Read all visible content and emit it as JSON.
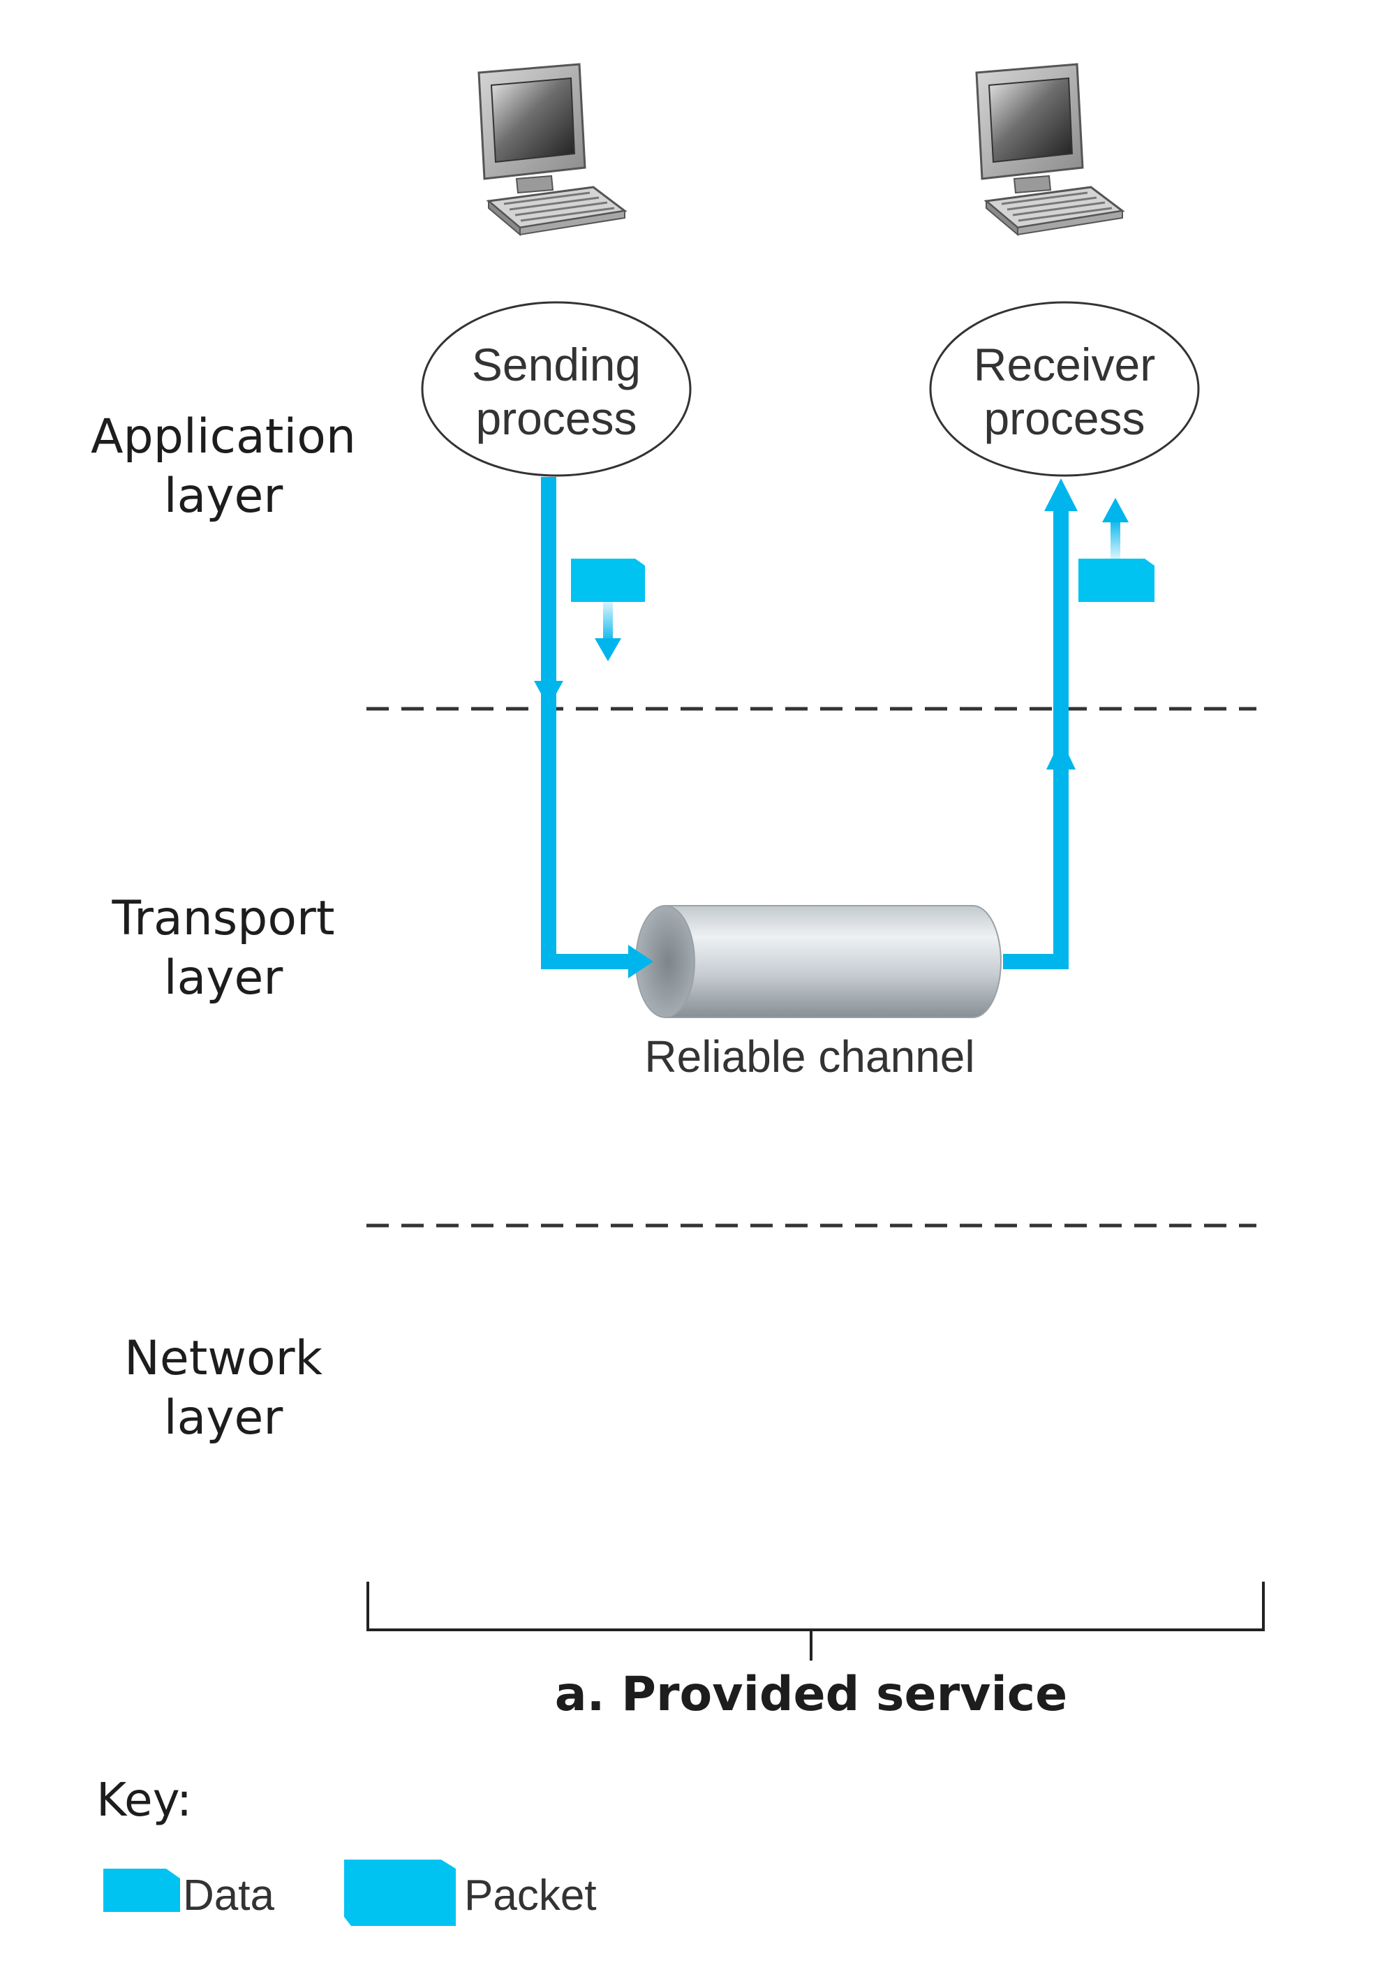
{
  "layers": {
    "application": [
      "Application",
      "layer"
    ],
    "transport": [
      "Transport",
      "layer"
    ],
    "network": [
      "Network",
      "layer"
    ]
  },
  "processes": {
    "sender": [
      "Sending",
      "process"
    ],
    "receiver": [
      "Receiver",
      "process"
    ]
  },
  "channel_label": "Reliable channel",
  "caption": "a. Provided service",
  "key": {
    "title": "Key:",
    "data_label": "Data",
    "packet_label": "Packet"
  },
  "icons": {
    "computers": [
      "desktop-computer-icon",
      "desktop-computer-icon"
    ],
    "channel": "reliable-channel-pipe-icon"
  },
  "colors": {
    "flow": "#00b5ec",
    "data": "#00c3f2",
    "dashed": "#333333",
    "ellipse": "#333333",
    "pipe_light": "#e1e5e8",
    "pipe_dark": "#8b9399"
  }
}
